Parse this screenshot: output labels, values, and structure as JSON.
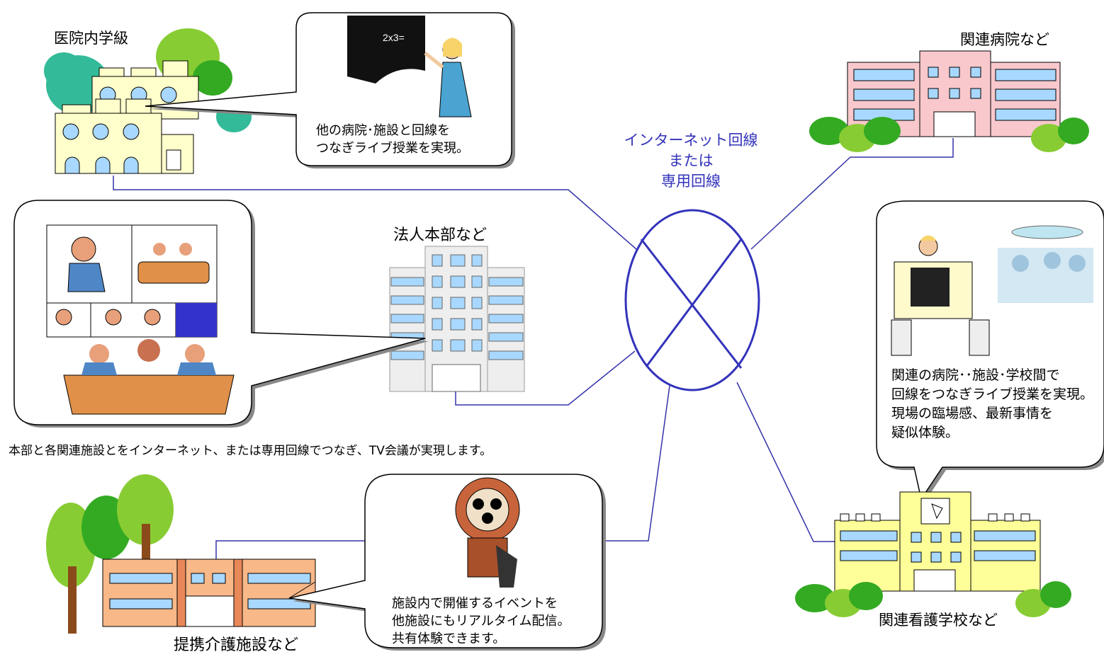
{
  "network": {
    "line1": "インターネット回線",
    "line2": "または",
    "line3": "専用回線"
  },
  "nodes": {
    "clinic_class": "医院内学級",
    "related_hospital": "関連病院など",
    "hq": "法人本部など",
    "care_facility": "提携介護施設など",
    "nursing_school": "関連看護学校など"
  },
  "bubbles": {
    "clinic": [
      "他の病院･施設と回線を",
      "つなぎライブ授業を実現。"
    ],
    "school": [
      "関連の病院･･施設･学校間で",
      "回線をつなぎライブ授業を実現。",
      "現場の臨場感、最新事情を",
      "疑似体験。"
    ],
    "event": [
      "施設内で開催するイベントを",
      "他施設にもリアルタイム配信。",
      "共有体験できます。"
    ]
  },
  "caption": "本部と各関連施設とをインターネット、または専用回線でつなぎ、TV会議が実現します。",
  "colors": {
    "line": "#3333aa",
    "ellipse": "#3333bb",
    "tree": "#33aa22",
    "tree_light": "#88cc33",
    "window": "#a8d8ff",
    "hospital": "#f8c8cc",
    "school": "#ffff99",
    "care": "#f8b888",
    "clinic": "#ffffcc",
    "hq": "#eeeeee"
  }
}
